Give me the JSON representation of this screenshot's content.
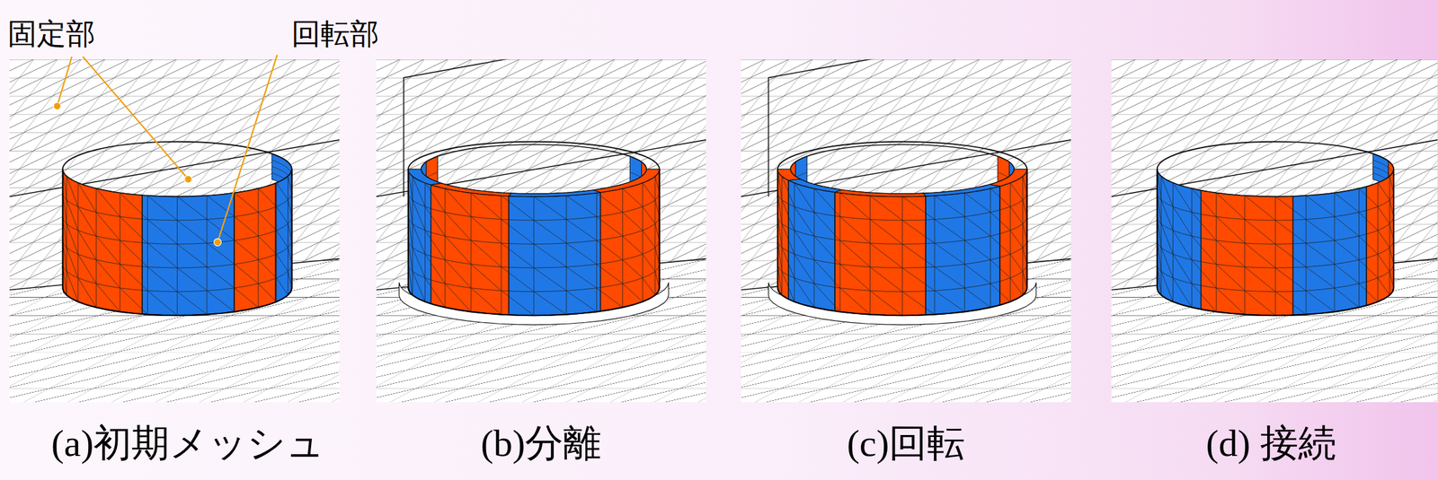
{
  "diagram": {
    "labels": [
      "固定部",
      "回転部",
      "(a)初期メッシュ",
      "(b)分離",
      "(c)回転",
      "(d) 接続"
    ]
  }
}
